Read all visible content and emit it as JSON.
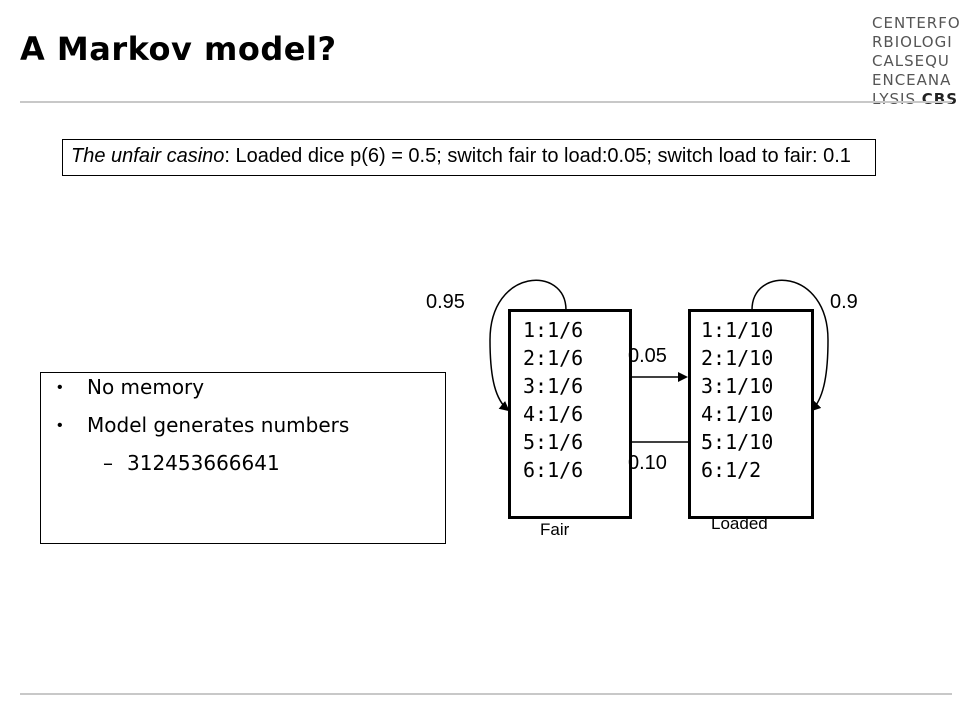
{
  "slide": {
    "title": "A Markov model?",
    "logo": [
      "CENTERFO",
      "RBIOLOGI",
      "CALSEQU",
      "ENCEANA",
      "LYSIS"
    ],
    "logo_tag": "CBS"
  },
  "statement": {
    "label": "The unfair casino",
    "text": ": Loaded dice p(6) = 0.5; switch fair to load:0.05; switch load to fair: 0.1"
  },
  "bullets": {
    "items": [
      "No memory",
      "Model generates numbers"
    ],
    "sub_items": [
      "312453666641"
    ]
  },
  "diagram": {
    "fair": {
      "caption": "Fair",
      "emissions": [
        "1:1/6",
        "2:1/6",
        "3:1/6",
        "4:1/6",
        "5:1/6",
        "6:1/6"
      ],
      "self_loop": "0.95"
    },
    "loaded": {
      "caption": "Loaded",
      "emissions": [
        "1:1/10",
        "2:1/10",
        "3:1/10",
        "4:1/10",
        "5:1/10",
        "6:1/2"
      ],
      "self_loop": "0.9"
    },
    "fair_to_loaded": "0.05",
    "loaded_to_fair": "0.10"
  }
}
